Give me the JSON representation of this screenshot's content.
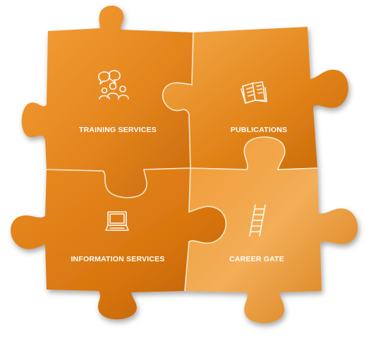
{
  "puzzle": {
    "pieces": [
      {
        "label": "TRAINING SERVICES",
        "icon": "people-chat-icon"
      },
      {
        "label": "PUBLICATIONS",
        "icon": "open-book-icon"
      },
      {
        "label": "INFORMATION SERVICES",
        "icon": "laptop-icon"
      },
      {
        "label": "CAREER GATE",
        "icon": "ladder-icon"
      }
    ]
  },
  "colors": {
    "orange_light": "#f6a23c",
    "orange_mid": "#e07f16",
    "orange_dark": "#b85a06",
    "seam": "#fff1dc"
  }
}
